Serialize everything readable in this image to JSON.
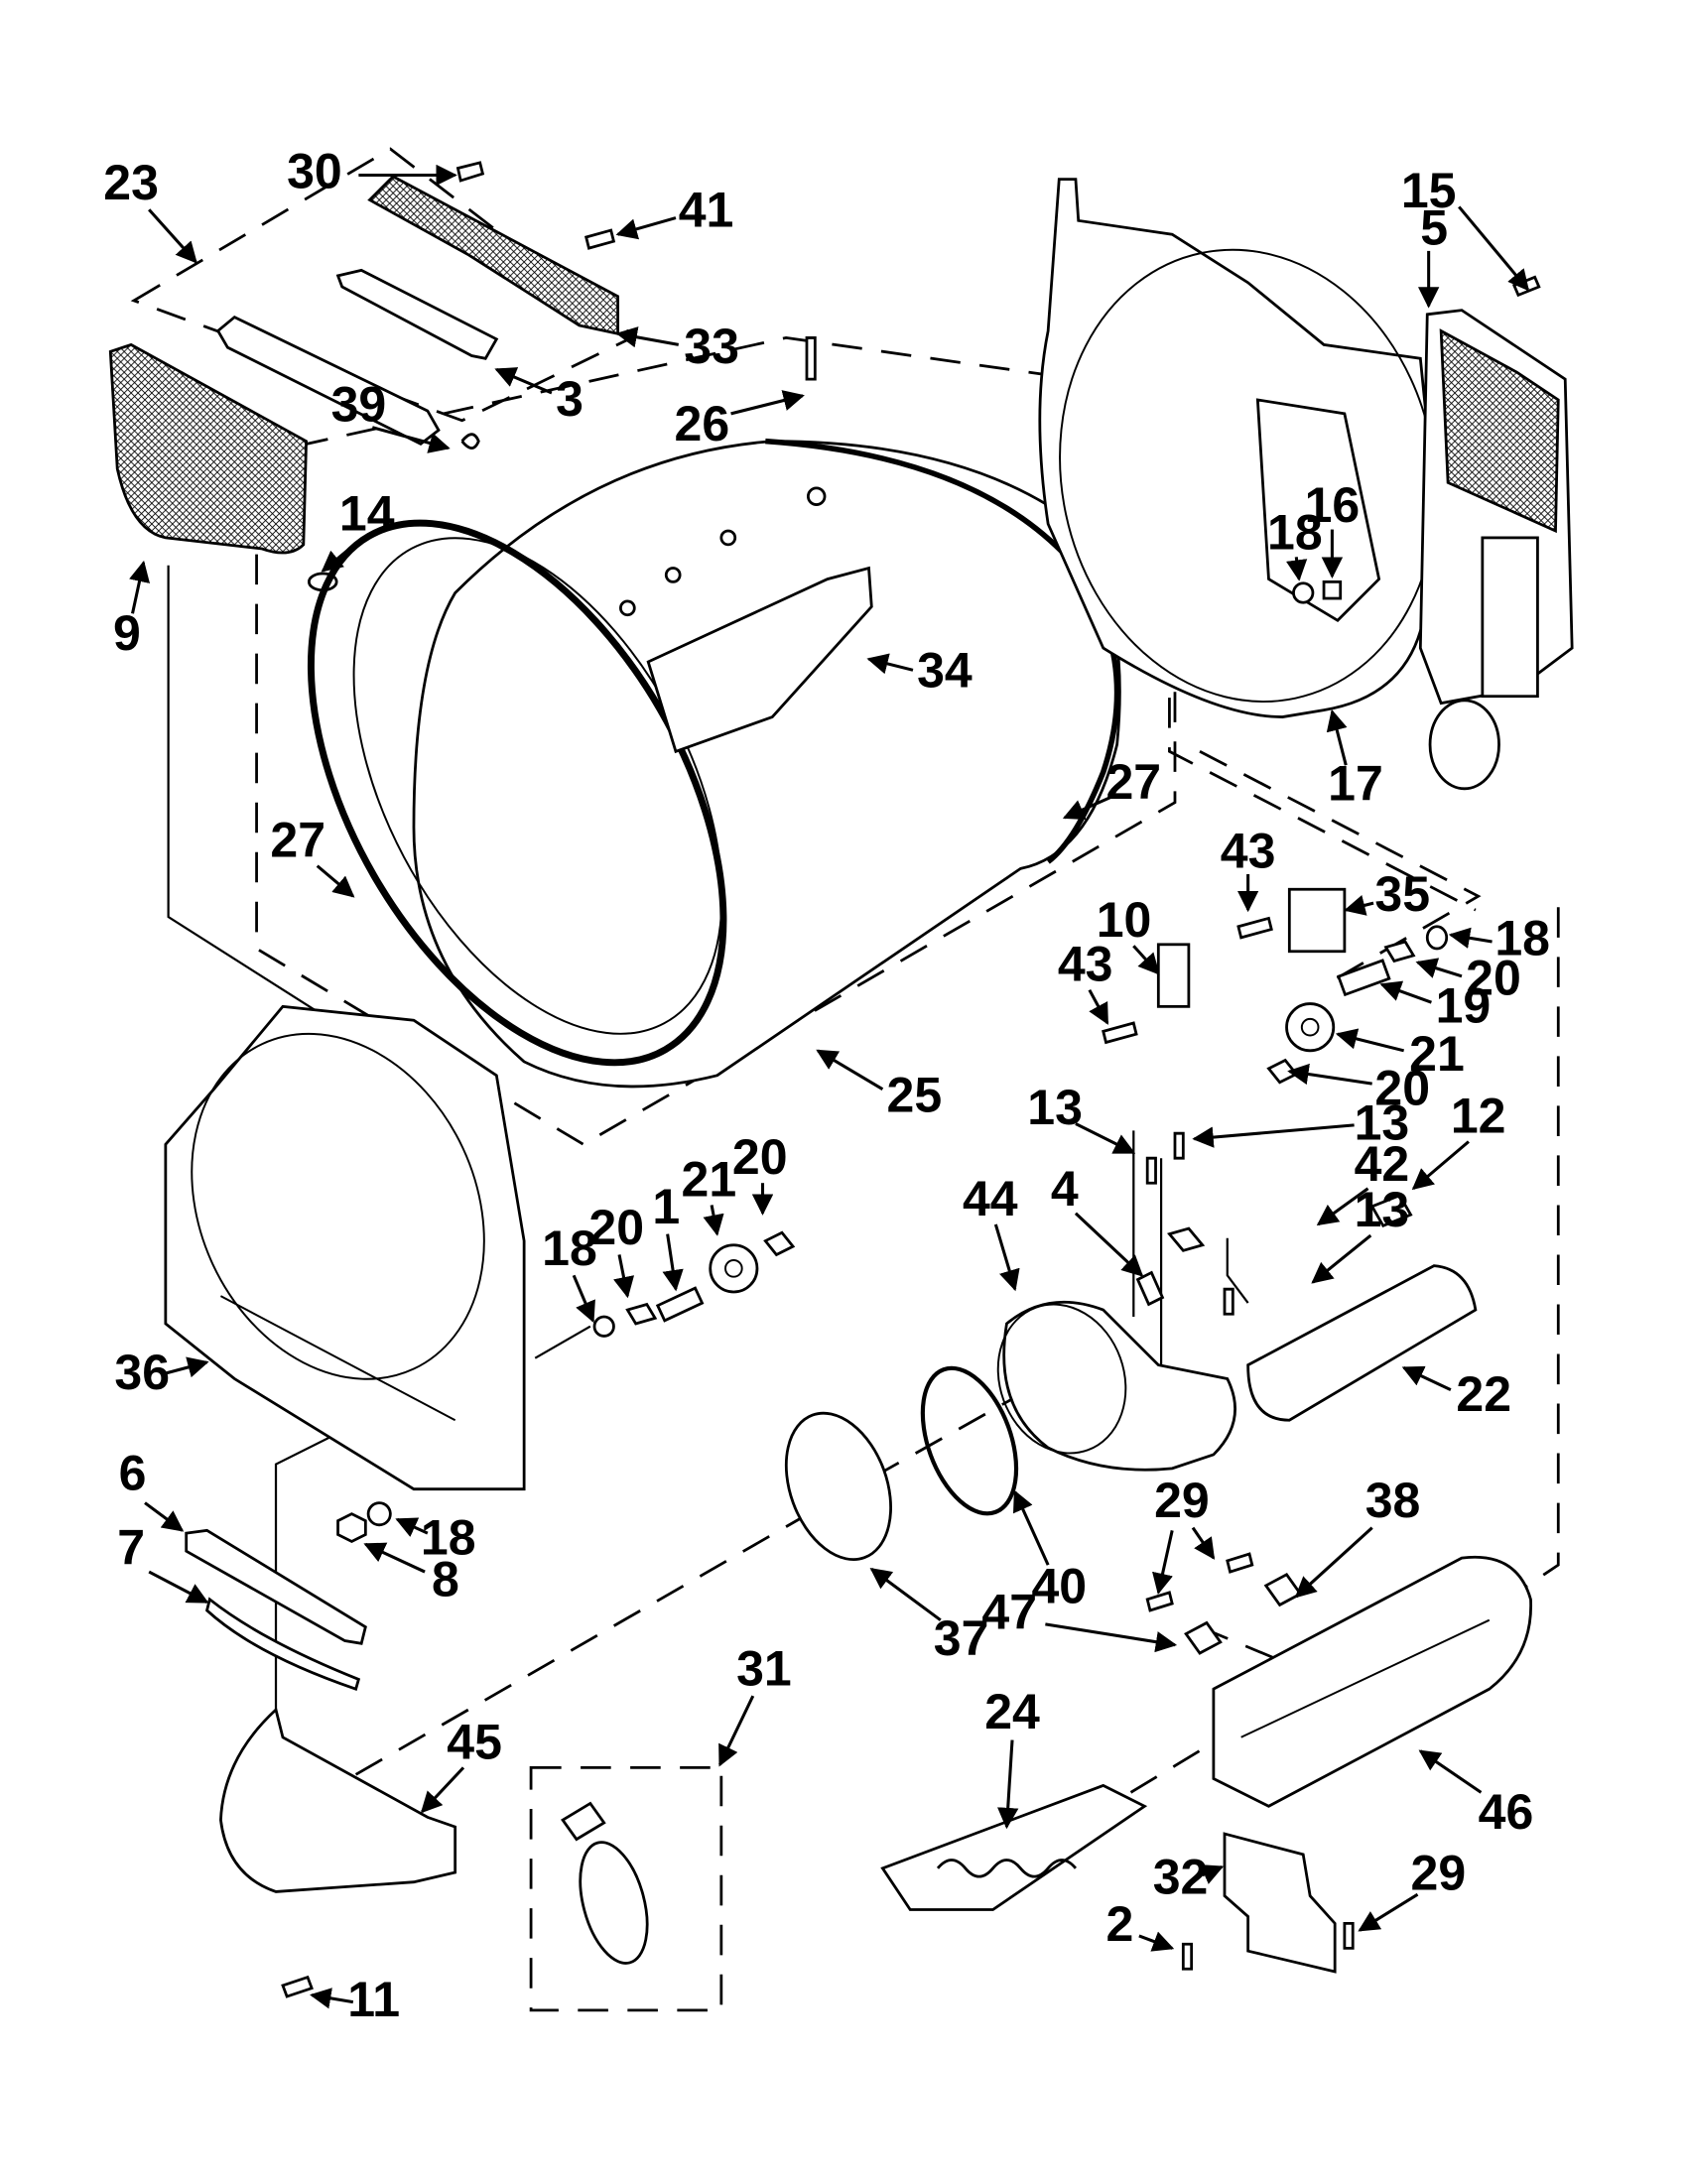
{
  "diagram": {
    "type": "exploded-parts-diagram",
    "subject": "Dryer bulkhead, drum and heater assembly",
    "callouts": [
      {
        "id": "c-30",
        "label": "30",
        "part": "screw"
      },
      {
        "id": "c-23",
        "label": "23",
        "part": "lint-chute-assembly"
      },
      {
        "id": "c-41",
        "label": "41",
        "part": "screw"
      },
      {
        "id": "c-33",
        "label": "33",
        "part": "lint-screen-grille"
      },
      {
        "id": "c-39",
        "label": "39",
        "part": "spring"
      },
      {
        "id": "c-3",
        "label": "3",
        "part": "actuator"
      },
      {
        "id": "c-26",
        "label": "26",
        "part": "screw"
      },
      {
        "id": "c-15",
        "label": "15",
        "part": "screw"
      },
      {
        "id": "c-5",
        "label": "5",
        "part": "rear-bulkhead-duct"
      },
      {
        "id": "c-14",
        "label": "14",
        "part": "grommet"
      },
      {
        "id": "c-9",
        "label": "9",
        "part": "lint-screen"
      },
      {
        "id": "c-18a",
        "label": "18",
        "part": "washer"
      },
      {
        "id": "c-16",
        "label": "16",
        "part": "nut"
      },
      {
        "id": "c-34",
        "label": "34",
        "part": "drum-baffle"
      },
      {
        "id": "c-17",
        "label": "17",
        "part": "rear-bulkhead"
      },
      {
        "id": "c-27a",
        "label": "27",
        "part": "drum-seal"
      },
      {
        "id": "c-27b",
        "label": "27",
        "part": "drum-seal"
      },
      {
        "id": "c-43a",
        "label": "43",
        "part": "screw"
      },
      {
        "id": "c-35",
        "label": "35",
        "part": "idler-bracket"
      },
      {
        "id": "c-18b",
        "label": "18",
        "part": "washer"
      },
      {
        "id": "c-10",
        "label": "10",
        "part": "bracket"
      },
      {
        "id": "c-20a",
        "label": "20",
        "part": "clip"
      },
      {
        "id": "c-43b",
        "label": "43",
        "part": "screw"
      },
      {
        "id": "c-19",
        "label": "19",
        "part": "idler-shaft"
      },
      {
        "id": "c-21a",
        "label": "21",
        "part": "drum-roller"
      },
      {
        "id": "c-20b",
        "label": "20",
        "part": "clip"
      },
      {
        "id": "c-25",
        "label": "25",
        "part": "drum"
      },
      {
        "id": "c-13a",
        "label": "13",
        "part": "screw"
      },
      {
        "id": "c-13b",
        "label": "13",
        "part": "screw"
      },
      {
        "id": "c-12",
        "label": "12",
        "part": "clip"
      },
      {
        "id": "c-42",
        "label": "42",
        "part": "thermistor"
      },
      {
        "id": "c-44",
        "label": "44",
        "part": "blower-housing"
      },
      {
        "id": "c-4",
        "label": "4",
        "part": "thermal-fuse"
      },
      {
        "id": "c-13c",
        "label": "13",
        "part": "screw"
      },
      {
        "id": "c-20c",
        "label": "20",
        "part": "clip"
      },
      {
        "id": "c-21b",
        "label": "21",
        "part": "drum-roller"
      },
      {
        "id": "c-1",
        "label": "1",
        "part": "roller-shaft"
      },
      {
        "id": "c-20d",
        "label": "20",
        "part": "clip"
      },
      {
        "id": "c-18c",
        "label": "18",
        "part": "washer"
      },
      {
        "id": "c-36",
        "label": "36",
        "part": "front-bulkhead"
      },
      {
        "id": "c-22",
        "label": "22",
        "part": "exhaust-duct"
      },
      {
        "id": "c-6",
        "label": "6",
        "part": "glide"
      },
      {
        "id": "c-18d",
        "label": "18",
        "part": "washer"
      },
      {
        "id": "c-8",
        "label": "8",
        "part": "nut"
      },
      {
        "id": "c-7",
        "label": "7",
        "part": "felt-strip"
      },
      {
        "id": "c-29a",
        "label": "29",
        "part": "screw"
      },
      {
        "id": "c-38",
        "label": "38",
        "part": "thermostat"
      },
      {
        "id": "c-40",
        "label": "40",
        "part": "blower-seal"
      },
      {
        "id": "c-37",
        "label": "37",
        "part": "blower-wheel"
      },
      {
        "id": "c-47",
        "label": "47",
        "part": "thermostat"
      },
      {
        "id": "c-31",
        "label": "31",
        "part": "wire-harness-kit"
      },
      {
        "id": "c-24",
        "label": "24",
        "part": "heating-element"
      },
      {
        "id": "c-45",
        "label": "45",
        "part": "lint-duct"
      },
      {
        "id": "c-46",
        "label": "46",
        "part": "heater-housing"
      },
      {
        "id": "c-32",
        "label": "32",
        "part": "heater-bracket"
      },
      {
        "id": "c-29b",
        "label": "29",
        "part": "screw"
      },
      {
        "id": "c-2",
        "label": "2",
        "part": "screw"
      },
      {
        "id": "c-11",
        "label": "11",
        "part": "screw"
      }
    ]
  }
}
